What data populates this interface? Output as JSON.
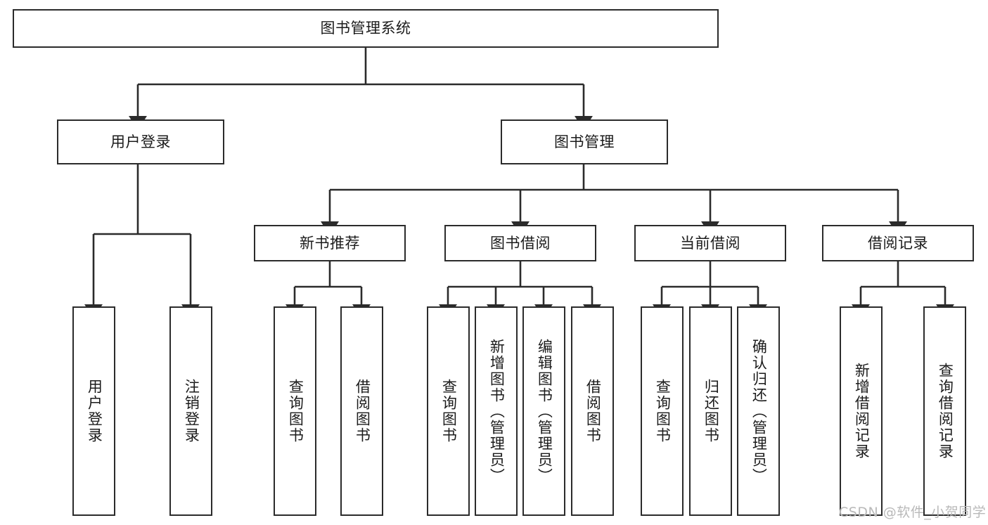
{
  "diagram": {
    "type": "tree-flowchart",
    "title": "图书管理系统",
    "nodes": {
      "root": {
        "label": "图书管理系统"
      },
      "l2_user": {
        "label": "用户登录"
      },
      "l2_book": {
        "label": "图书管理"
      },
      "l3_new": {
        "label": "新书推荐"
      },
      "l3_borrow": {
        "label": "图书借阅"
      },
      "l3_current": {
        "label": "当前借阅"
      },
      "l3_record": {
        "label": "借阅记录"
      },
      "leaf_user_login": {
        "label": "用户登录"
      },
      "leaf_user_logout": {
        "label": "注销登录"
      },
      "leaf_new_query": {
        "label": "查询图书"
      },
      "leaf_new_borrow": {
        "label": "借阅图书"
      },
      "leaf_borrow_query": {
        "label": "查询图书"
      },
      "leaf_borrow_add": {
        "label": "新增图书（管理员）"
      },
      "leaf_borrow_edit": {
        "label": "编辑图书（管理员）"
      },
      "leaf_borrow_lend": {
        "label": "借阅图书"
      },
      "leaf_cur_query": {
        "label": "查询图书"
      },
      "leaf_cur_return": {
        "label": "归还图书"
      },
      "leaf_cur_confirm": {
        "label": "确认归还（管理员）"
      },
      "leaf_rec_add": {
        "label": "新增借阅记录"
      },
      "leaf_rec_query": {
        "label": "查询借阅记录"
      }
    },
    "colors": {
      "stroke": "#2b2b2b",
      "fill": "#ffffff",
      "text": "#1b1b1b",
      "watermark": "#b9b9b9"
    }
  },
  "watermark": {
    "text": "CSDN @软件_小贺同学"
  }
}
